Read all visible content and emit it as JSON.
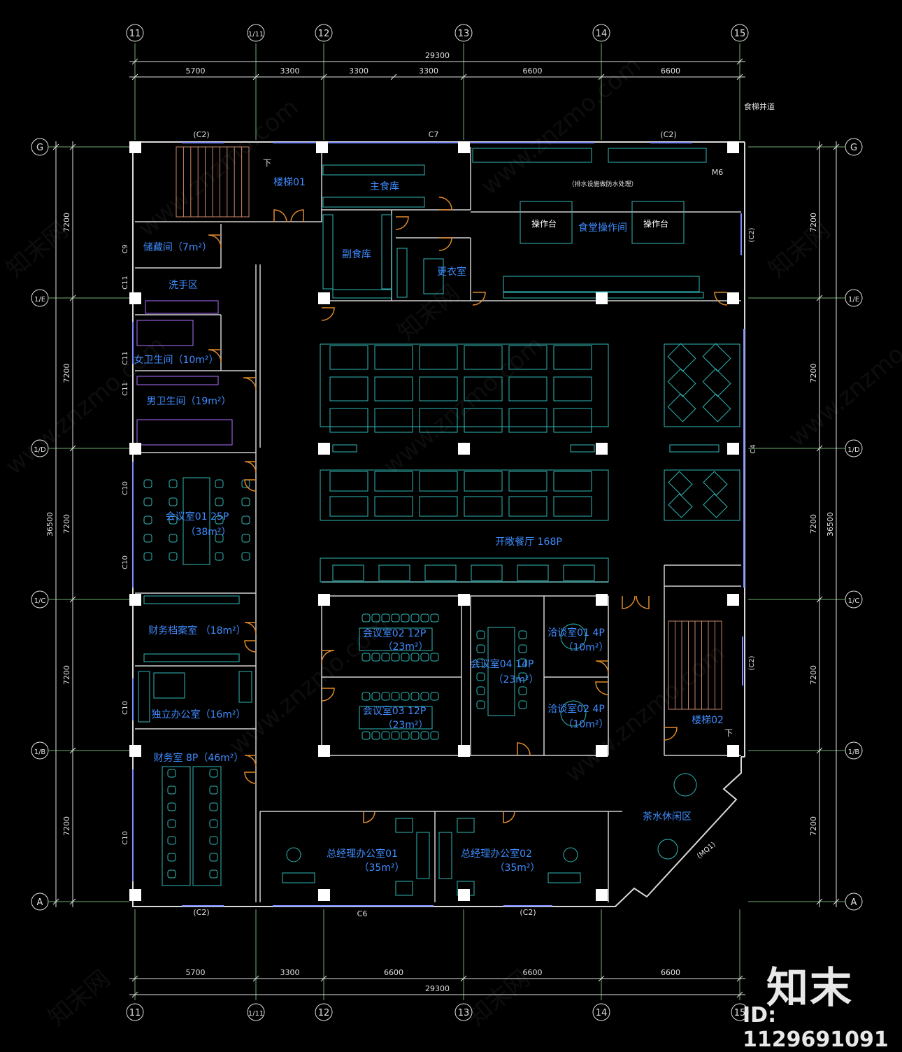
{
  "grid": {
    "columns": [
      "11",
      "1/11",
      "12",
      "13",
      "14",
      "15"
    ],
    "rows": [
      "G",
      "1/E",
      "1/D",
      "1/C",
      "1/B",
      "A"
    ]
  },
  "dimensions": {
    "top_total": "29300",
    "top_segments": [
      "5700",
      "3300",
      "3300",
      "3300",
      "6600",
      "6600"
    ],
    "bottom_total": "29300",
    "bottom_segments": [
      "5700",
      "3300",
      "6600",
      "6600",
      "6600"
    ],
    "left_segments": [
      "7200",
      "7200",
      "7200",
      "7200",
      "7200"
    ],
    "left_total": "36500",
    "right_segments": [
      "7200",
      "7200",
      "7200",
      "7200",
      "7200"
    ],
    "right_total": "36500"
  },
  "annotations": {
    "shaft": "食梯井道",
    "window_c2": "(C2)",
    "window_c7": "C7",
    "window_c6": "C6",
    "window_c4": "C4",
    "window_c9": "C9",
    "window_c10": "C10",
    "window_c11": "C11",
    "door_m6": "M6",
    "door_mq1": "(MQ1)",
    "drain_note": "（排水设施做防水处理）",
    "down": "下"
  },
  "rooms": {
    "stair01": "楼梯01",
    "main_storage": "主食库",
    "sub_storage": "副食库",
    "changing": "更衣室",
    "kitchen": "食堂操作间",
    "worktable": "操作台",
    "storage_room": "储藏间（7m²）",
    "handwash": "洗手区",
    "women_wc": "女卫生间（10m²）",
    "men_wc": "男卫生间（19m²）",
    "meeting01": "会议室01 25P",
    "meeting01_area": "（38m²）",
    "dining": "开敞餐厅 168P",
    "finance_archive": "财务档案室 （18m²）",
    "meeting02": "会议室02 12P",
    "meeting02_area": "（23m²）",
    "meeting03": "会议室03 12P",
    "meeting03_area": "（23m²）",
    "meeting04": "会议室04 14P",
    "meeting04_area": "（23m²）",
    "talk01": "洽谈室01 4P",
    "talk01_area": "（10m²）",
    "talk02": "洽谈室02 4P",
    "talk02_area": "（10m²）",
    "office_independent": "独立办公室（16m²）",
    "finance_room": "财务室 8P（46m²）",
    "gm_office01": "总经理办公室01",
    "gm_office01_area": "（35m²）",
    "gm_office02": "总经理办公室02",
    "gm_office02_area": "（35m²）",
    "stair02": "楼梯02",
    "tea_area": "茶水休闲区"
  },
  "watermark": {
    "site": "www.znzmo.com",
    "brand": "知末网"
  },
  "footer": {
    "logo": "知末",
    "id": "ID: 1129691091"
  },
  "colors": {
    "background": "#000000",
    "wall": "#d9d9d9",
    "grid_line": "#6fae6f",
    "dimension": "#e0e0e0",
    "room_label": "#3f8cff",
    "furniture": "#2fb7b7",
    "door": "#e08a2a",
    "column": "#ffffff",
    "window": "#7a8cff"
  }
}
